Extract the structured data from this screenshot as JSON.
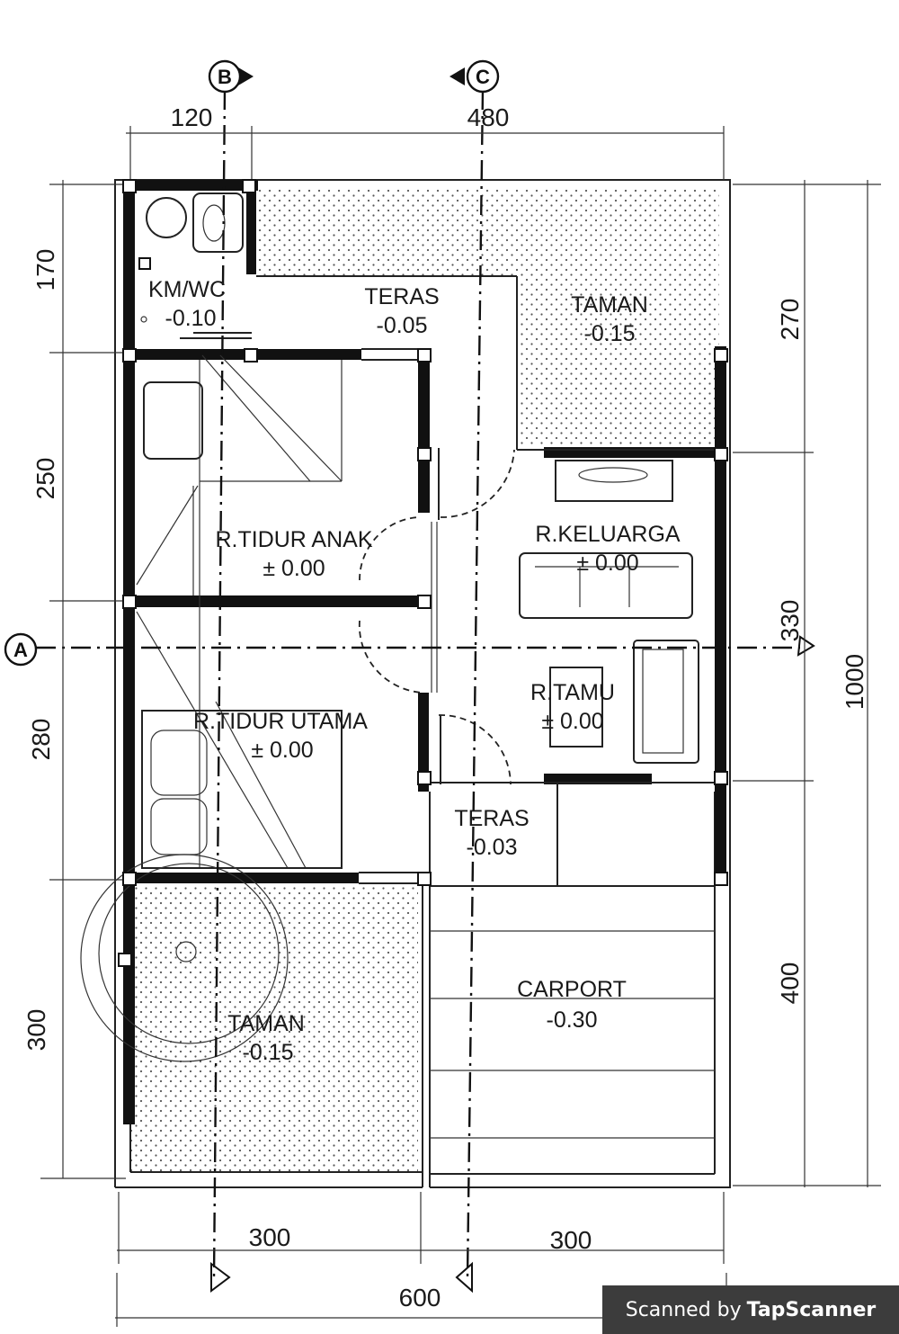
{
  "grid": {
    "axis_b": "B",
    "axis_c": "C",
    "axis_a": "A"
  },
  "dimensions": {
    "top_left": "120",
    "top_right": "480",
    "left_170": "170",
    "left_250": "250",
    "left_280": "280",
    "left_300": "300",
    "right_270": "270",
    "right_330": "330",
    "right_400": "400",
    "right_total": "1000",
    "bottom_left": "300",
    "bottom_right": "300",
    "bottom_total": "600"
  },
  "rooms": {
    "km_wc": {
      "name": "KM/WC",
      "level": "-0.10"
    },
    "teras_top": {
      "name": "TERAS",
      "level": "-0.05"
    },
    "taman_top": {
      "name": "TAMAN",
      "level": "-0.15"
    },
    "tidur_anak": {
      "name": "R.TIDUR ANAK",
      "level": "± 0.00"
    },
    "keluarga": {
      "name": "R.KELUARGA",
      "level": "± 0.00"
    },
    "tamu": {
      "name": "R.TAMU",
      "level": "± 0.00"
    },
    "tidur_utama": {
      "name": "R.TIDUR UTAMA",
      "level": "± 0.00"
    },
    "teras_bottom": {
      "name": "TERAS",
      "level": "-0.03"
    },
    "carport": {
      "name": "CARPORT",
      "level": "-0.30"
    },
    "taman_bottom": {
      "name": "TAMAN",
      "level": "-0.15"
    }
  },
  "watermark": {
    "prefix": "Scanned by",
    "brand": "TapScanner"
  }
}
